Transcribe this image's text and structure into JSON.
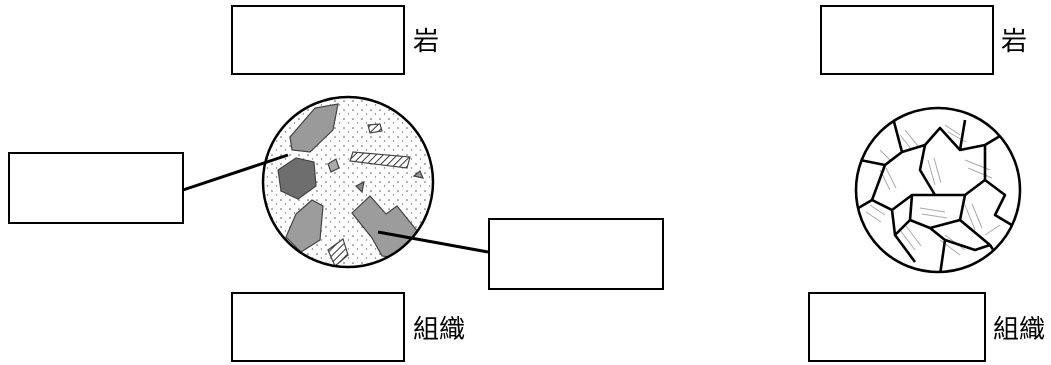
{
  "left": {
    "rock_suffix": "岩",
    "texture_suffix": "組織"
  },
  "right": {
    "rock_suffix": "岩",
    "texture_suffix": "組織"
  }
}
